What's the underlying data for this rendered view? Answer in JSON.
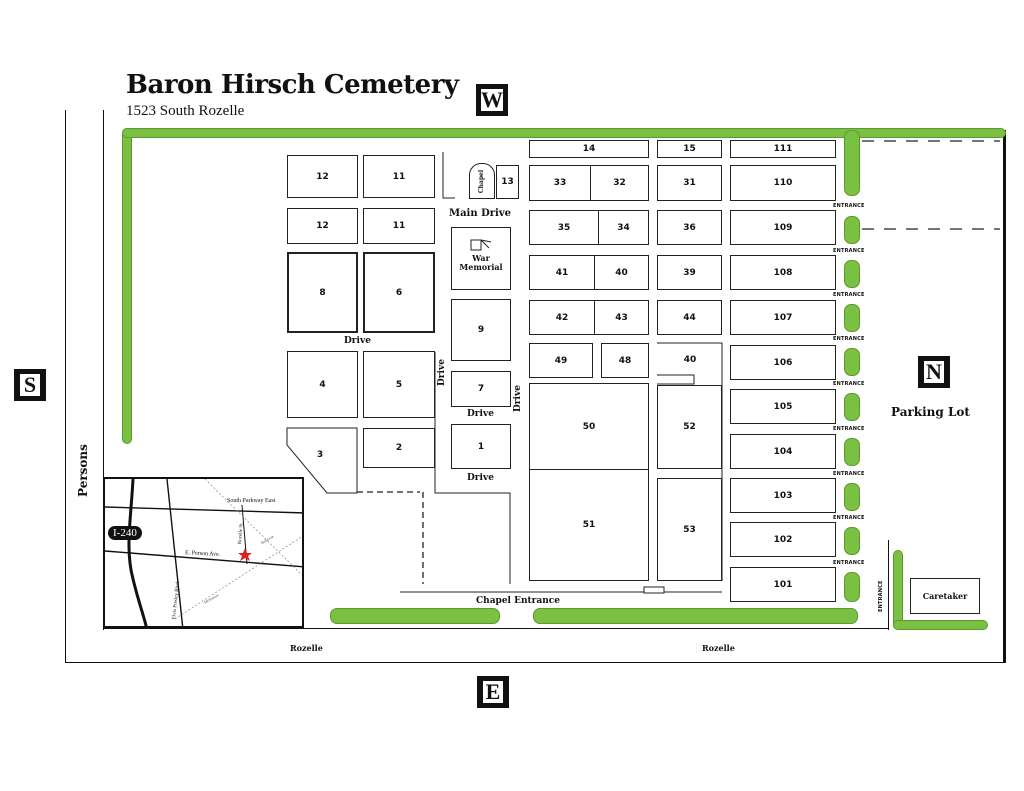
{
  "title": "Baron Hirsch Cemetery",
  "address": "1523 South Rozelle",
  "compass": {
    "w": "W",
    "s": "S",
    "n": "N",
    "e": "E"
  },
  "labels": {
    "main_drive": "Main Drive",
    "war_memorial": "War\nMemorial",
    "drive": "Drive",
    "chapel": "Chapel",
    "chapel_entrance": "Chapel Entrance",
    "parking_lot": "Parking Lot",
    "caretaker": "Caretaker",
    "entrance": "ENTRANCE",
    "persons": "Persons",
    "rozelle": "Rozelle"
  },
  "sections": {
    "s12a": "12",
    "s11a": "11",
    "s12b": "12",
    "s11b": "11",
    "s8": "8",
    "s6": "6",
    "s4": "4",
    "s5": "5",
    "s3": "3",
    "s2": "2",
    "s13": "13",
    "s9": "9",
    "s7": "7",
    "s1": "1",
    "s14": "14",
    "s15": "15",
    "s111": "111",
    "s33": "33",
    "s32": "32",
    "s31": "31",
    "s110": "110",
    "s35": "35",
    "s34": "34",
    "s36": "36",
    "s109": "109",
    "s41": "41",
    "s40a": "40",
    "s39": "39",
    "s108": "108",
    "s42": "42",
    "s43": "43",
    "s44": "44",
    "s107": "107",
    "s49": "49",
    "s48": "48",
    "s40b": "40",
    "s106": "106",
    "s50": "50",
    "s52": "52",
    "s105": "105",
    "s104": "104",
    "s51": "51",
    "s53": "53",
    "s103": "103",
    "s102": "102",
    "s101": "101"
  },
  "inset": {
    "highway": "I-240",
    "south_parkway": "South Parkway East",
    "person_ave": "E. Person Ave.",
    "elvis": "Elvis Presley Blvd.",
    "rozelle_st": "Rozelle St.",
    "bellevue": "Bellevue",
    "mclemore": "Mclemore"
  },
  "colors": {
    "green": "#7ac143",
    "marker": "#e02020"
  }
}
